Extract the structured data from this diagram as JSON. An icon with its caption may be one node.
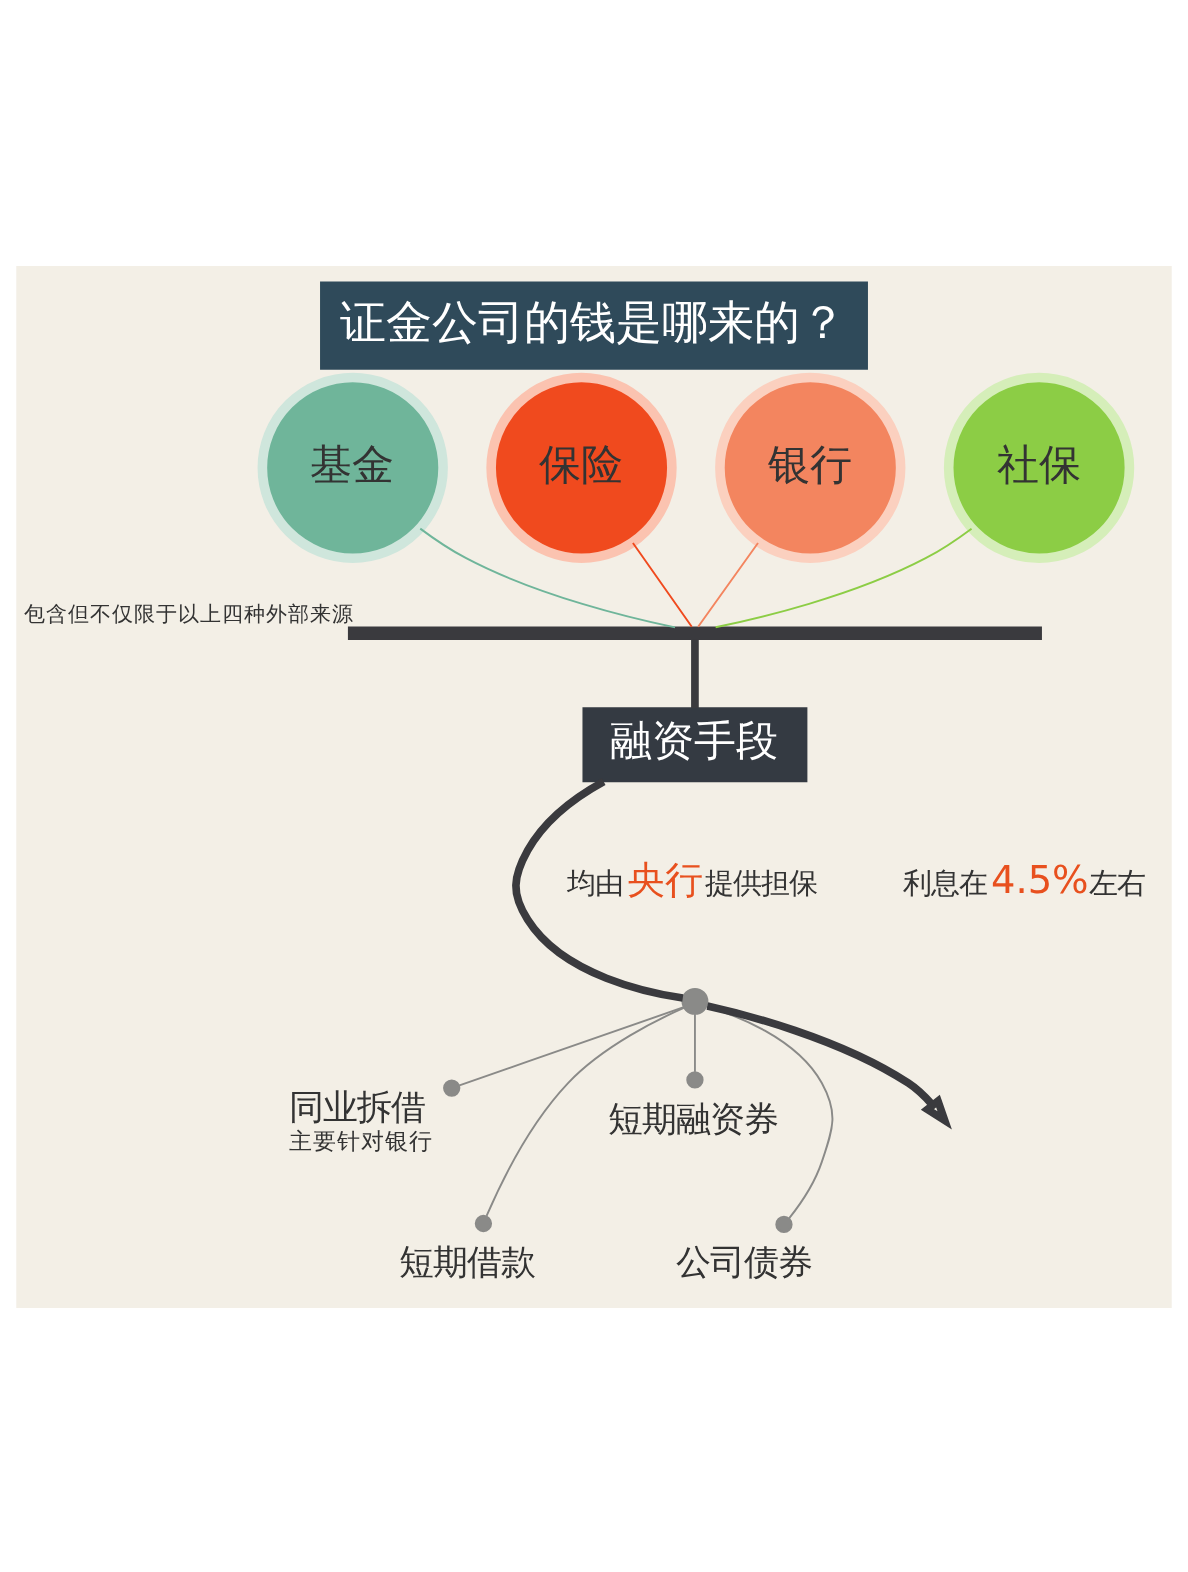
{
  "diagram": {
    "title": "证金公司的钱是哪来的？",
    "nodes": [
      {
        "text": [
          "基金"
        ]
      },
      {
        "text": [
          "保险"
        ]
      },
      {
        "text": [
          "银行"
        ]
      },
      {
        "text": [
          "社保"
        ]
      },
      {
        "text": [],
        "shape": "bar",
        "beside": [
          "包含但不仅限于以上四种外部来源"
        ]
      },
      {
        "text": [
          "融资手段"
        ]
      },
      {
        "text": [],
        "shape": "circle"
      },
      {
        "text": [
          "同业拆借",
          "主要针对银行"
        ]
      },
      {
        "text": [
          "短期融资券"
        ]
      },
      {
        "text": [
          "短期借款"
        ]
      },
      {
        "text": [
          "公司债券"
        ]
      }
    ],
    "edges": [
      {
        "from": 0,
        "to": 4,
        "arrow": "none",
        "color": "#6fb59a"
      },
      {
        "from": 1,
        "to": 4,
        "arrow": "none",
        "color": "#f04a1e"
      },
      {
        "from": 2,
        "to": 4,
        "arrow": "none",
        "color": "#f3855f"
      },
      {
        "from": 3,
        "to": 4,
        "arrow": "none",
        "color": "#8ccd45"
      },
      {
        "from": 4,
        "to": 5,
        "arrow": "none",
        "style": "thick"
      },
      {
        "from": 5,
        "to": 6,
        "arrow": "none",
        "style": "thick"
      },
      {
        "from": 6,
        "to": null,
        "arrow": "to",
        "style": "thick"
      },
      {
        "from": 6,
        "to": 7,
        "arrow": "other",
        "color": "#8a8a88"
      },
      {
        "from": 6,
        "to": 8,
        "arrow": "other",
        "color": "#8a8a88"
      },
      {
        "from": 6,
        "to": 9,
        "arrow": "other",
        "color": "#8a8a88"
      },
      {
        "from": 6,
        "to": 10,
        "arrow": "other",
        "color": "#8a8a88"
      }
    ],
    "labels": [
      "均由**央行**提供担保",
      "利息在**4.5%**左右"
    ]
  }
}
